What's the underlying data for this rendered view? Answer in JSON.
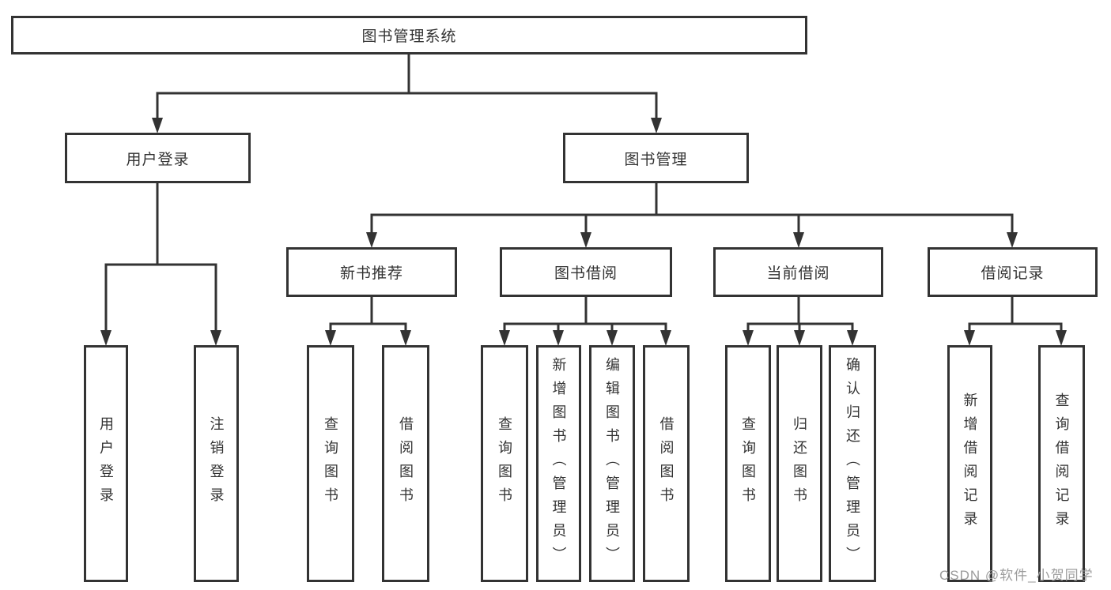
{
  "diagram_title": "图书管理系统",
  "nodes": {
    "root": "图书管理系统",
    "user_login": "用户登录",
    "book_management": "图书管理",
    "new_book_recommend": "新书推荐",
    "book_borrow": "图书借阅",
    "current_borrow": "当前借阅",
    "borrow_record": "借阅记录",
    "leaf_user_login": "用户登录",
    "leaf_logout": "注销登录",
    "leaf_query_book_recommend": "查询图书",
    "leaf_borrow_book_recommend": "借阅图书",
    "leaf_query_book_borrow": "查询图书",
    "leaf_add_book_admin": "新增图书（管理员）",
    "leaf_edit_book_admin": "编辑图书（管理员）",
    "leaf_borrow_book_borrow": "借阅图书",
    "leaf_query_book_current": "查询图书",
    "leaf_return_book": "归还图书",
    "leaf_confirm_return_admin": "确认归还（管理员）",
    "leaf_add_borrow_record": "新增借阅记录",
    "leaf_query_borrow_record": "查询借阅记录"
  },
  "hierarchy": {
    "图书管理系统": {
      "用户登录": [
        "用户登录",
        "注销登录"
      ],
      "图书管理": {
        "新书推荐": [
          "查询图书",
          "借阅图书"
        ],
        "图书借阅": [
          "查询图书",
          "新增图书（管理员）",
          "编辑图书（管理员）",
          "借阅图书"
        ],
        "当前借阅": [
          "查询图书",
          "归还图书",
          "确认归还（管理员）"
        ],
        "借阅记录": [
          "新增借阅记录",
          "查询借阅记录"
        ]
      }
    }
  },
  "watermark": "CSDN @软件_小贺同学",
  "colors": {
    "line": "#333333",
    "box_border": "#333333",
    "text": "#333333",
    "watermark": "#9c9c9c",
    "background": "#ffffff"
  }
}
